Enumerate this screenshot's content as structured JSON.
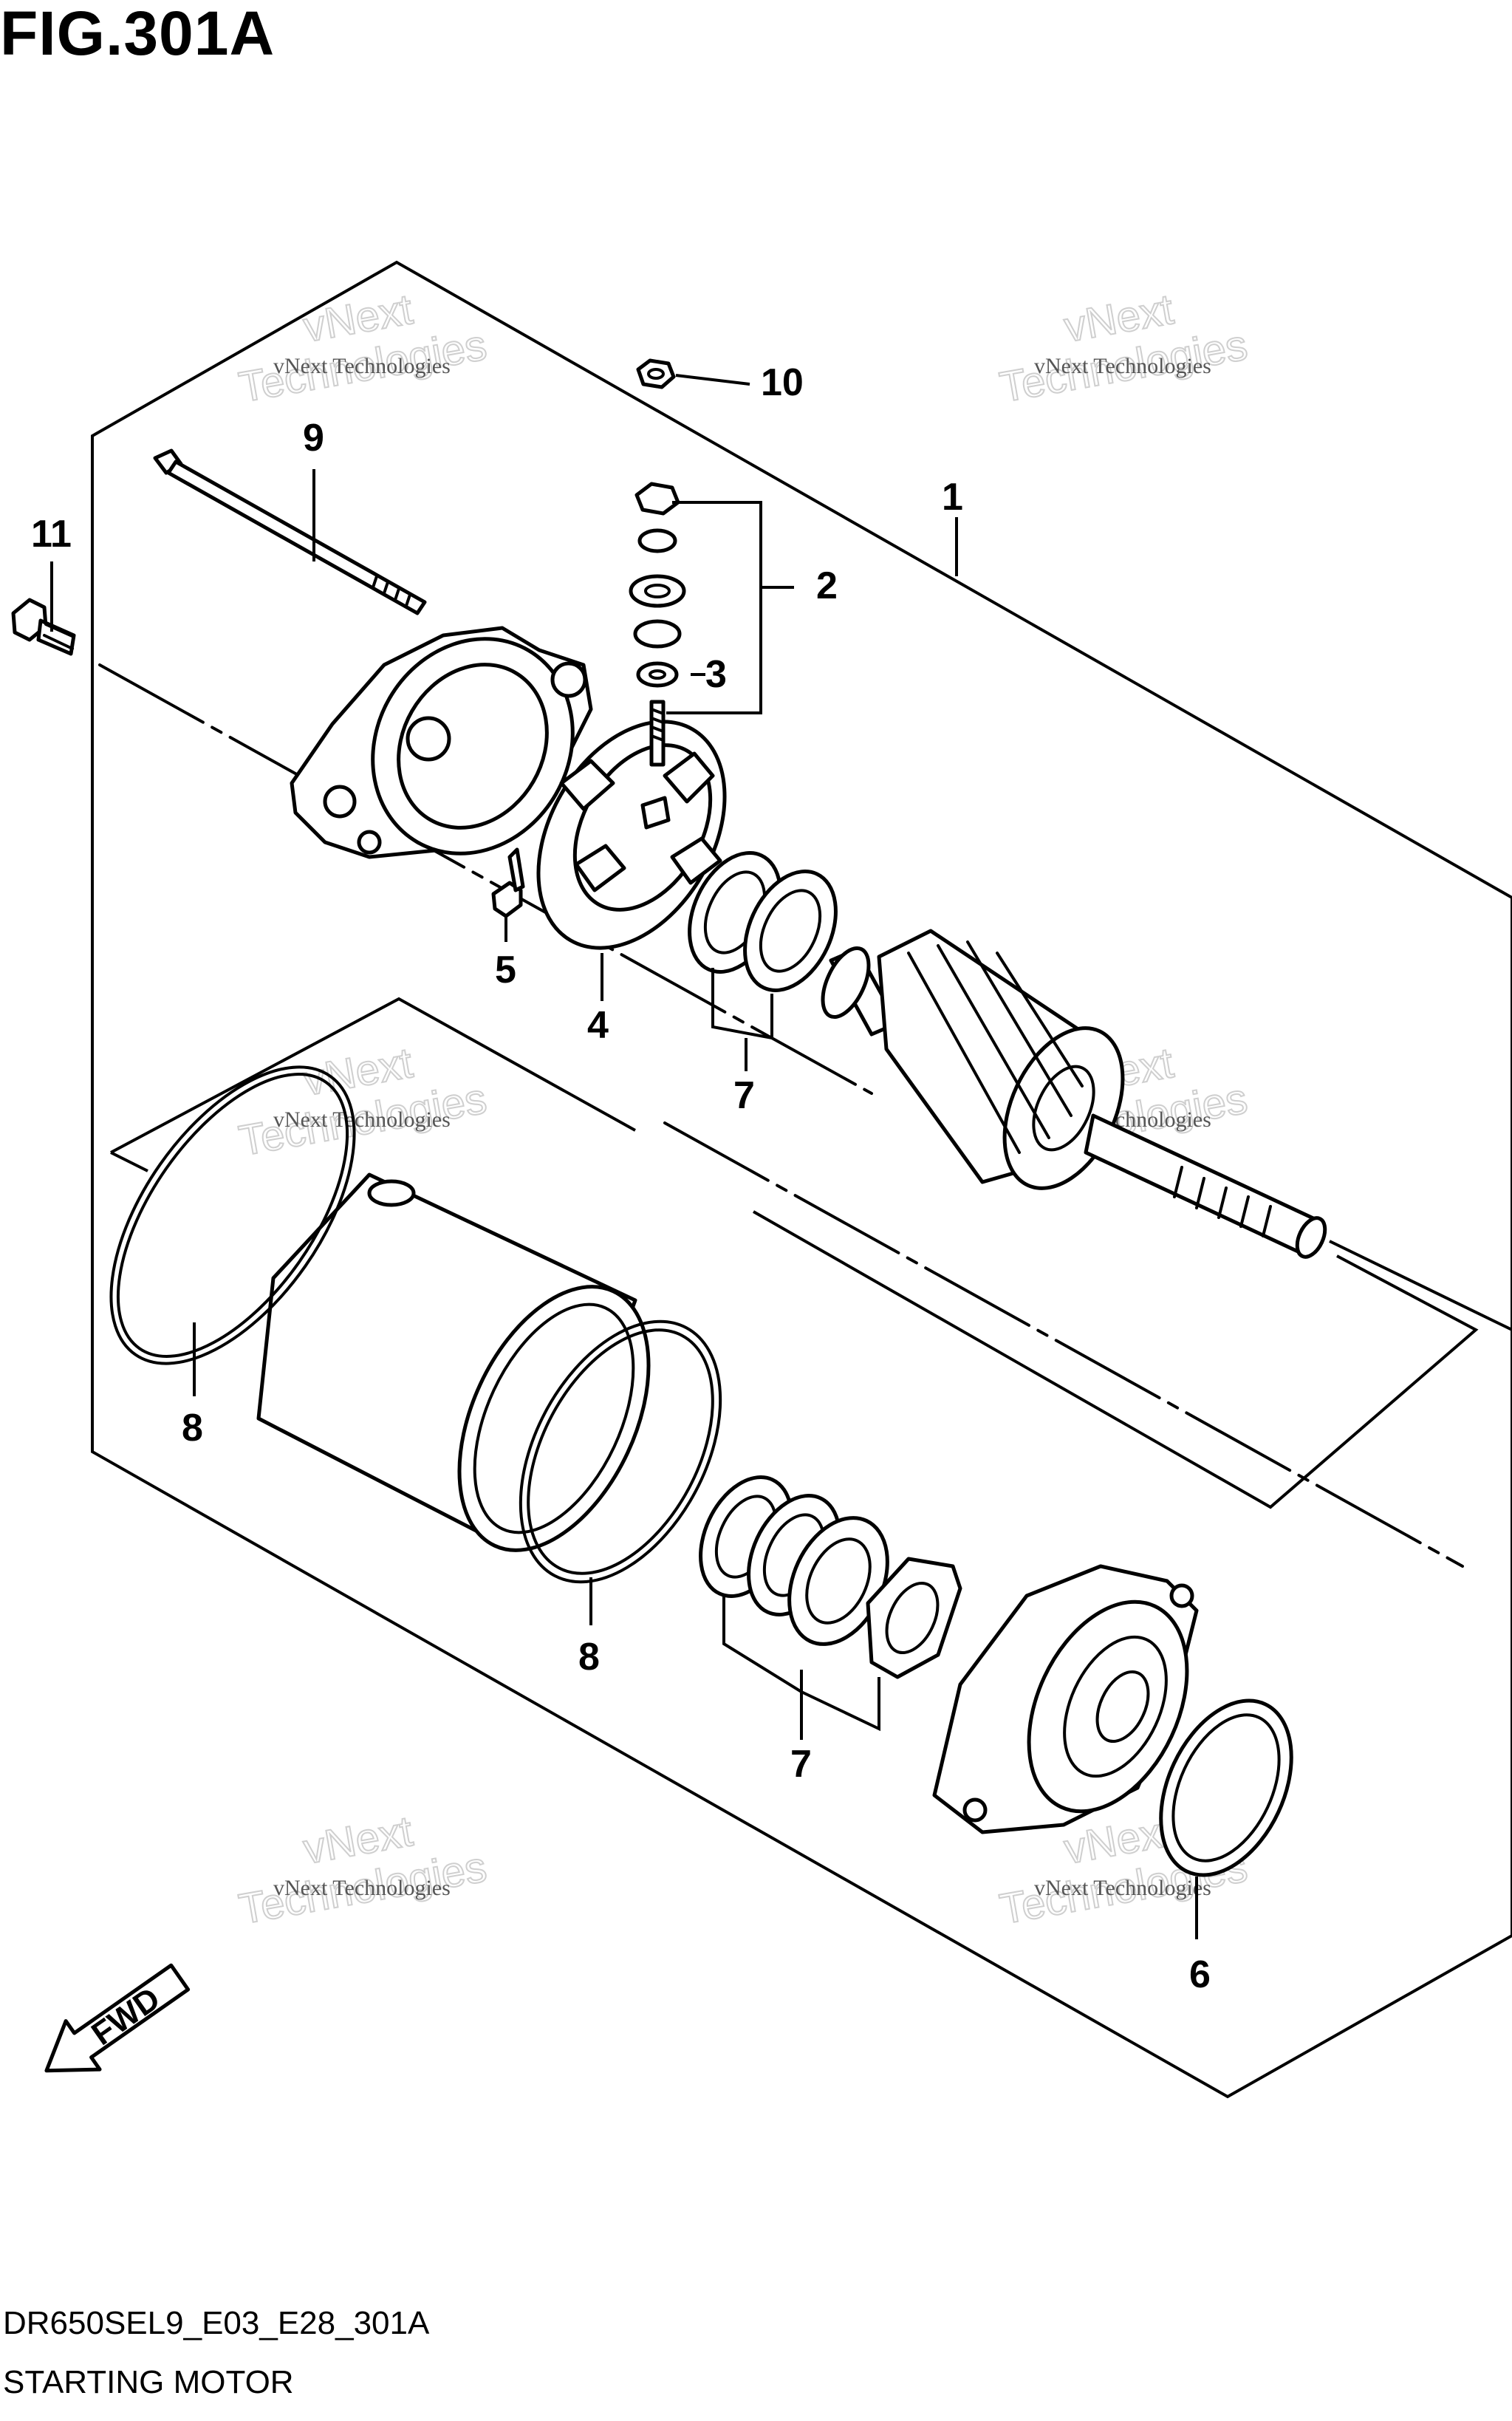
{
  "figure": {
    "title": "FIG.301A",
    "drawing_code": "DR650SEL9_E03_E28_301A",
    "name": "STARTING MOTOR"
  },
  "callouts": [
    {
      "id": "c1",
      "label": "1"
    },
    {
      "id": "c2",
      "label": "2"
    },
    {
      "id": "c3",
      "label": "3"
    },
    {
      "id": "c4",
      "label": "4"
    },
    {
      "id": "c5",
      "label": "5"
    },
    {
      "id": "c6",
      "label": "6"
    },
    {
      "id": "c7a",
      "label": "7"
    },
    {
      "id": "c7b",
      "label": "7"
    },
    {
      "id": "c8a",
      "label": "8"
    },
    {
      "id": "c8b",
      "label": "8"
    },
    {
      "id": "c9",
      "label": "9"
    },
    {
      "id": "c10",
      "label": "10"
    },
    {
      "id": "c11",
      "label": "11"
    }
  ],
  "watermark": {
    "line1": "vNext Technologies",
    "line2a": "vNext",
    "line2b": "Technologies"
  },
  "fwd_label": "FWD"
}
